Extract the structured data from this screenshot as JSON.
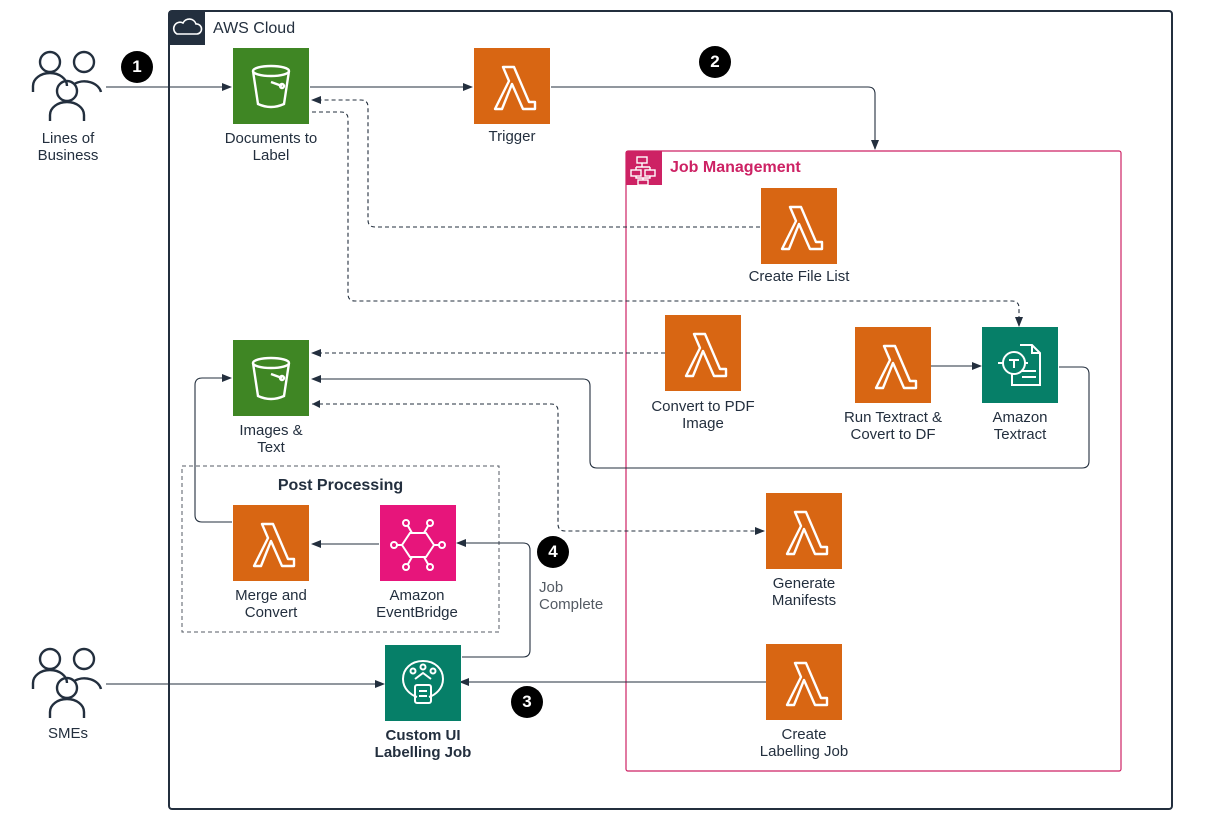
{
  "cloud": {
    "title": "AWS Cloud"
  },
  "groups": {
    "job_management": "Job Management",
    "post_processing": "Post Processing"
  },
  "actors": {
    "lines_of_business": [
      "Lines of",
      "Business"
    ],
    "smes": [
      "SMEs"
    ]
  },
  "nodes": {
    "documents_bucket": [
      "Documents to",
      "Label"
    ],
    "trigger": [
      "Trigger"
    ],
    "create_file_list": [
      "Create File List"
    ],
    "images_text_bucket": [
      "Images &",
      "Text"
    ],
    "convert_pdf": [
      "Convert to PDF",
      "Image"
    ],
    "run_textract": [
      "Run Textract &",
      "Covert to DF"
    ],
    "amazon_textract": [
      "Amazon",
      "Textract"
    ],
    "merge_convert": [
      "Merge and",
      "Convert"
    ],
    "eventbridge": [
      "Amazon",
      "EventBridge"
    ],
    "generate_manifests": [
      "Generate",
      "Manifests"
    ],
    "custom_ui_job": [
      "Custom UI",
      "Labelling Job"
    ],
    "create_labelling_job": [
      "Create",
      "Labelling Job"
    ]
  },
  "edge_labels": {
    "job_complete": [
      "Job",
      "Complete"
    ]
  },
  "steps": [
    "1",
    "2",
    "3",
    "4"
  ],
  "colors": {
    "lambda": "#d86613",
    "s3": "#3f8624",
    "ml": "#067f68",
    "eventbridge": "#e7157b",
    "job_management_border": "#cd2264",
    "cloud_border": "#232f3e"
  },
  "icons": {
    "documents_bucket": "s3-bucket-icon",
    "trigger": "lambda-icon",
    "textract": "textract-icon",
    "eventbridge": "eventbridge-icon",
    "ground_truth": "ground-truth-icon",
    "step_functions": "step-functions-icon",
    "users": "users-icon",
    "cloud": "cloud-icon"
  }
}
